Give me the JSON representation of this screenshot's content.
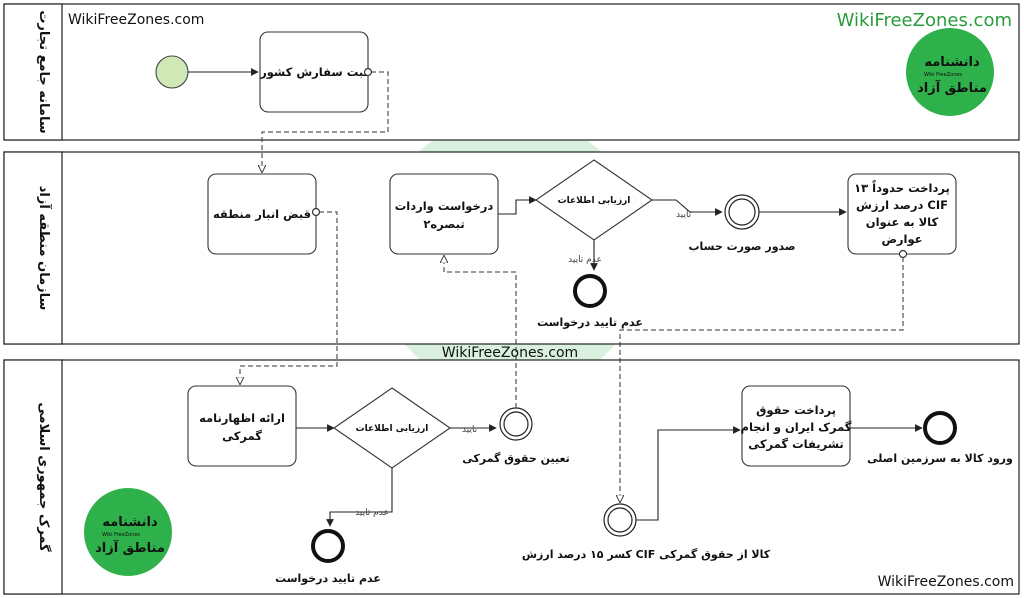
{
  "lanes": [
    {
      "title": "سامانه جامع تجارت"
    },
    {
      "title": "سازمان منطقه آزاد"
    },
    {
      "title": "گمرک جمهوری اسلامی"
    }
  ],
  "tasks": {
    "register": [
      "ثبت سفارش کشور"
    ],
    "warehouse": [
      "قبض انبار منطقه"
    ],
    "import_request": [
      "درخواست واردات",
      "تبصره۲"
    ],
    "pay_zone": [
      "پرداخت حدوداً ۱۳",
      "درصد ارزش  CIF",
      "کالا به عنوان",
      "عوارض"
    ],
    "declaration": [
      "ارائه اظهارنامه",
      "گمرکی"
    ],
    "pay_customs": [
      "پرداخت حقوق",
      "گمرک ایران و انجام",
      "تشریفات گمرکی"
    ]
  },
  "gateways": {
    "zone": "ارزیابی اطلاعات",
    "customs": "ارزیابی اطلاعات"
  },
  "labels": {
    "invoice": "صدور صورت حساب",
    "zone_reject_end": "عدم تایید درخواست",
    "customs_duty": "تعیین حقوق گمرکی",
    "customs_reject_end": "عدم تایید درخواست",
    "deduct": "کسر ۱۵ درصد ارزش  CIF  کالا از حقوق گمرکی",
    "entry": "ورود کالا به سرزمین اصلی"
  },
  "edges": {
    "approve_zone": "تایید",
    "reject_zone": "عدم تایید",
    "approve_customs": "تایید",
    "reject_customs": "عدم تایید"
  },
  "watermarks": {
    "top_left": "WikiFreeZones.com",
    "top_right": "WikiFreeZones.com",
    "middle": "WikiFreeZones.com",
    "bottom_right": "WikiFreeZones.com"
  },
  "logo": {
    "line1": "دانشنامه",
    "line2": "مناطق آزاد",
    "tiny": "Wiki FreeZones"
  },
  "colors": {
    "start_event": "#cfe8b6",
    "logo_green": "#2eb04a",
    "watermark_green": "#2a9c3c"
  }
}
